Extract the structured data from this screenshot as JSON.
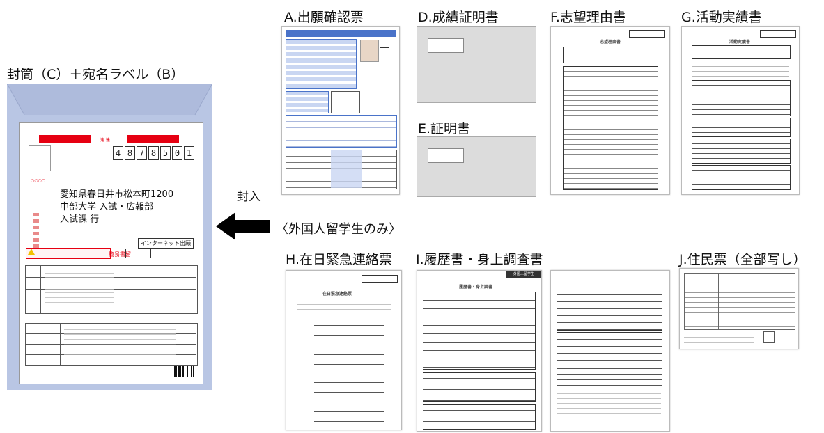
{
  "envelope": {
    "title": "封筒（C）＋宛名ラベル（B）",
    "postal_digits": [
      "4",
      "8",
      "7",
      "8",
      "5",
      "0",
      "1"
    ],
    "address_lines": [
      "愛知県春日井市松本町1200",
      "中部大学 入試・広報部",
      "入試課 行"
    ],
    "internet_badge": "インターネット出願",
    "urgent_label": "簡易書留"
  },
  "insert_label": "封入",
  "foreign_note": "〈外国人留学生のみ〉",
  "documents": {
    "a": "A.出願確認票",
    "d": "D.成績証明書",
    "e": "E.証明書",
    "f": "F.志望理由書",
    "g": "G.活動実績書",
    "h": "H.在日緊急連絡票",
    "i": "I.履歴書・身上調査書",
    "j": "J.住民票（全部写し）"
  },
  "thumb_text": {
    "f_heading": "志望理由書",
    "g_heading": "活動実績書",
    "h_heading": "在日緊急連絡票",
    "i_heading": "履歴書・身上調書",
    "i_badge": "外国人留学生"
  },
  "colors": {
    "envelope_blue": "#b9c6e4",
    "arrow": "#000000",
    "accent_red": "#e60012",
    "form_blue": "#4a73c9"
  }
}
